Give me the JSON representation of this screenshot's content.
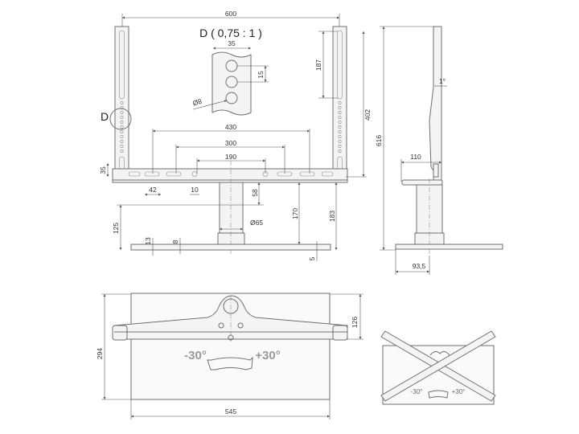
{
  "front_view": {
    "width_600": "600",
    "detail_title": "D ( 0,75 : 1 )",
    "detail_35": "35",
    "detail_15": "15",
    "detail_hole": "Ø8",
    "slot_187": "187",
    "height_402": "402",
    "detail_marker": "D",
    "span_430": "430",
    "span_300": "300",
    "span_190": "190",
    "offset_35": "35",
    "slot_42": "42",
    "slot_10": "10",
    "drop_58": "58",
    "column_dia": "Ø65",
    "height_170": "170",
    "height_183": "183",
    "height_125": "125",
    "base_13": "13",
    "base_8": "8",
    "base_5": "5"
  },
  "side_view": {
    "height_616": "616",
    "tilt": "1°",
    "depth_110": "110",
    "offset_93_5": "93,5"
  },
  "top_view": {
    "height_294": "294",
    "depth_126": "126",
    "width_545": "545",
    "rot_minus": "-30°",
    "rot_plus": "+30°"
  },
  "rotated_view": {
    "rot_minus": "-30°",
    "rot_plus": "+30°"
  }
}
